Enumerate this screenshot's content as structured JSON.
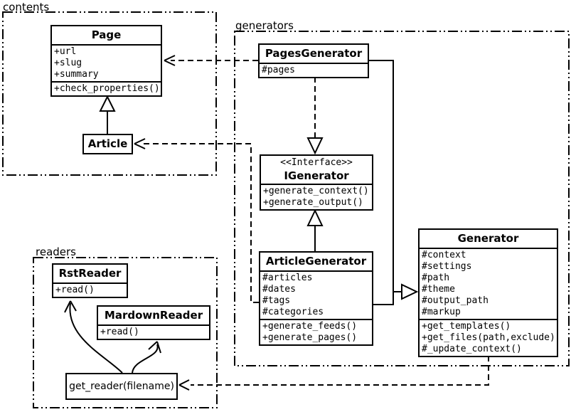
{
  "colors": {
    "ink": "#000000",
    "paper": "#ffffff"
  },
  "packages": {
    "contents": {
      "label": "contents"
    },
    "generators": {
      "label": "generators"
    },
    "readers": {
      "label": "readers"
    }
  },
  "classes": {
    "page": {
      "name": "Page",
      "attributes": [
        "+url",
        "+slug",
        "+summary"
      ],
      "methods": [
        "+check_properties()"
      ]
    },
    "article": {
      "name": "Article"
    },
    "pages_generator": {
      "name": "PagesGenerator",
      "attributes": [
        "#pages"
      ]
    },
    "igenerator": {
      "stereotype": "<<Interface>>",
      "name": "IGenerator",
      "methods": [
        "+generate_context()",
        "+generate_output()"
      ]
    },
    "article_generator": {
      "name": "ArticleGenerator",
      "attributes": [
        "#articles",
        "#dates",
        "#tags",
        "#categories"
      ],
      "methods": [
        "+generate_feeds()",
        "+generate_pages()"
      ]
    },
    "generator": {
      "name": "Generator",
      "attributes": [
        "#context",
        "#settings",
        "#path",
        "#theme",
        "#output_path",
        "#markup"
      ],
      "methods": [
        "+get_templates()",
        "+get_files(path,exclude)",
        "#_update_context()"
      ]
    },
    "rst_reader": {
      "name": "RstReader",
      "methods": [
        "+read()"
      ]
    },
    "mardown_reader": {
      "name": "MardownReader",
      "methods": [
        "+read()"
      ]
    },
    "get_reader": {
      "label": "get_reader(filename)"
    }
  }
}
